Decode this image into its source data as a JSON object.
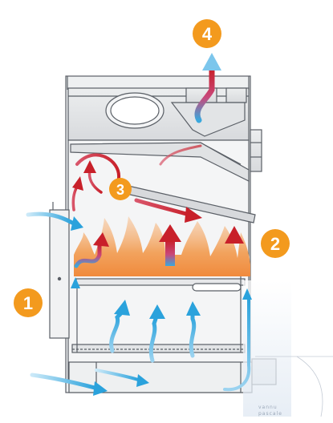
{
  "badges": [
    {
      "label": "1",
      "color": "#f39a1e"
    },
    {
      "label": "2",
      "color": "#f39a1e"
    },
    {
      "label": "3",
      "color": "#f39a1e"
    },
    {
      "label": "4",
      "color": "#f39a1e"
    }
  ],
  "watermark": {
    "top": "vannu",
    "bottom": "pascale"
  },
  "colors": {
    "outline": "#5a5f66",
    "steel": "#e6e7e9",
    "steel_dark": "#c9cbce",
    "cold_air": "#3aa8dd",
    "hot_air": "#c8202a",
    "flame": "#f0a25a"
  }
}
